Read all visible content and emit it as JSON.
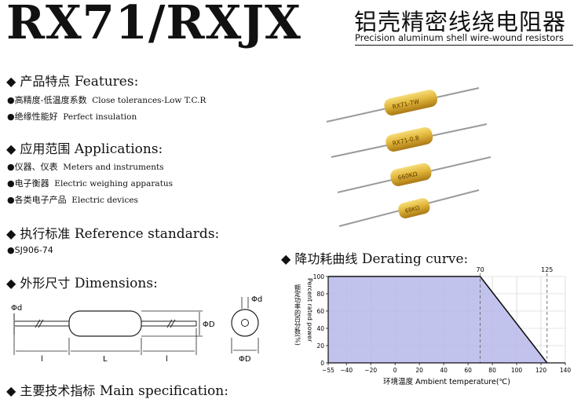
{
  "header": {
    "model": "RX71/RXJX",
    "cn_title": "铝壳精密线绕电阻器",
    "en_title": "Precision  aluminum  shell wire-wound resistors"
  },
  "features": {
    "heading_cn": "◆ 产品特点",
    "heading_en": "Features:",
    "items": [
      {
        "cn": "●高精度-低温度系数",
        "en": "Close tolerances-Low T.C.R"
      },
      {
        "cn": "●绝缘性能好",
        "en": "Perfect insulation"
      }
    ]
  },
  "applications": {
    "heading_cn": "◆ 应用范围",
    "heading_en": "Applications:",
    "items": [
      {
        "cn": "●仪器、仪表",
        "en": "Meters and instruments"
      },
      {
        "cn": "●电子衡器",
        "en": "Electric weighing apparatus"
      },
      {
        "cn": "●各类电子产品",
        "en": "Electric devices"
      }
    ]
  },
  "standards": {
    "heading_cn": "◆ 执行标准",
    "heading_en": "Reference standards:",
    "items": [
      {
        "cn": "●SJ906-74",
        "en": ""
      }
    ]
  },
  "dimensions": {
    "heading_cn": "◆ 外形尺寸",
    "heading_en": "Dimensions:",
    "labels": {
      "phi_d": "Φd",
      "phi_D": "ΦD",
      "l_small": "l",
      "L": "L",
      "phi_d_end": "Φd",
      "phi_D_end": "ΦD"
    }
  },
  "main_spec": {
    "heading_cn": "◆ 主要技术指标",
    "heading_en": "Main specification:"
  },
  "derating": {
    "heading_cn": "◆ 降功耗曲线",
    "heading_en": "Derating curve:"
  },
  "resistor_markings": [
    "RX71-7W",
    "RX71-0.8",
    "660KΩ",
    "68KΩ"
  ],
  "chart_data": {
    "type": "area",
    "x": [
      -55,
      70,
      125
    ],
    "y": [
      100,
      100,
      0
    ],
    "xticks": [
      -55,
      -40,
      -20,
      0,
      20,
      40,
      60,
      80,
      100,
      120,
      140
    ],
    "xtick_labels": [
      "−55",
      "−40",
      "−20",
      "0",
      "20",
      "40",
      "60",
      "80",
      "100",
      "120",
      "140"
    ],
    "yticks": [
      0,
      20,
      40,
      60,
      80,
      100
    ],
    "ylim": [
      0,
      100
    ],
    "xlim": [
      -55,
      140
    ],
    "markers": [
      70,
      125
    ],
    "marker_labels": [
      "70",
      "125"
    ],
    "xlabel": "环境温度 Ambient temperature(℃)",
    "ylabel_cn": "额定功率的百分数(%)",
    "ylabel_en": "Percent rated power",
    "fill_color": "#b7b9ea",
    "grid_color": "#c9c9c9"
  }
}
